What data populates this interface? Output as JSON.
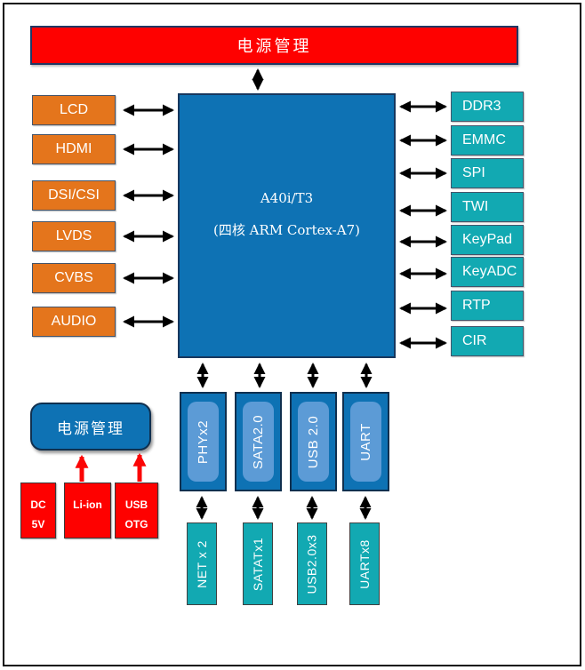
{
  "power_top": {
    "label": "电源管理"
  },
  "soc": {
    "title": "A40i/T3",
    "subtitle": "(四核 ARM Cortex-A7)"
  },
  "left_ports": [
    "LCD",
    "HDMI",
    "DSI/CSI",
    "LVDS",
    "CVBS",
    "AUDIO"
  ],
  "right_ports": [
    "DDR3",
    "EMMC",
    "SPI",
    "TWI",
    "KeyPad",
    "KeyADC",
    "RTP",
    "CIR"
  ],
  "bottom_controllers": [
    "PHYx2",
    "SATA2.0",
    "USB 2.0",
    "UART"
  ],
  "bottom_interfaces": [
    "NET x 2",
    "SATATx1",
    "USB2.0x3",
    "UARTx8"
  ],
  "pmu": {
    "label": "电源管理"
  },
  "power_sources": [
    {
      "line1": "DC",
      "line2": "5V"
    },
    {
      "line1": "Li-ion",
      "line2": ""
    },
    {
      "line1": "USB",
      "line2": "OTG"
    }
  ],
  "colors": {
    "red": "#FE0100",
    "orange": "#E4751C",
    "teal": "#12A9B2",
    "blue": "#0E72B4",
    "blue-light": "#5C9BD6",
    "border-dark": "#17375E",
    "arrow-black": "#000000",
    "arrow-red": "#FB0505"
  }
}
